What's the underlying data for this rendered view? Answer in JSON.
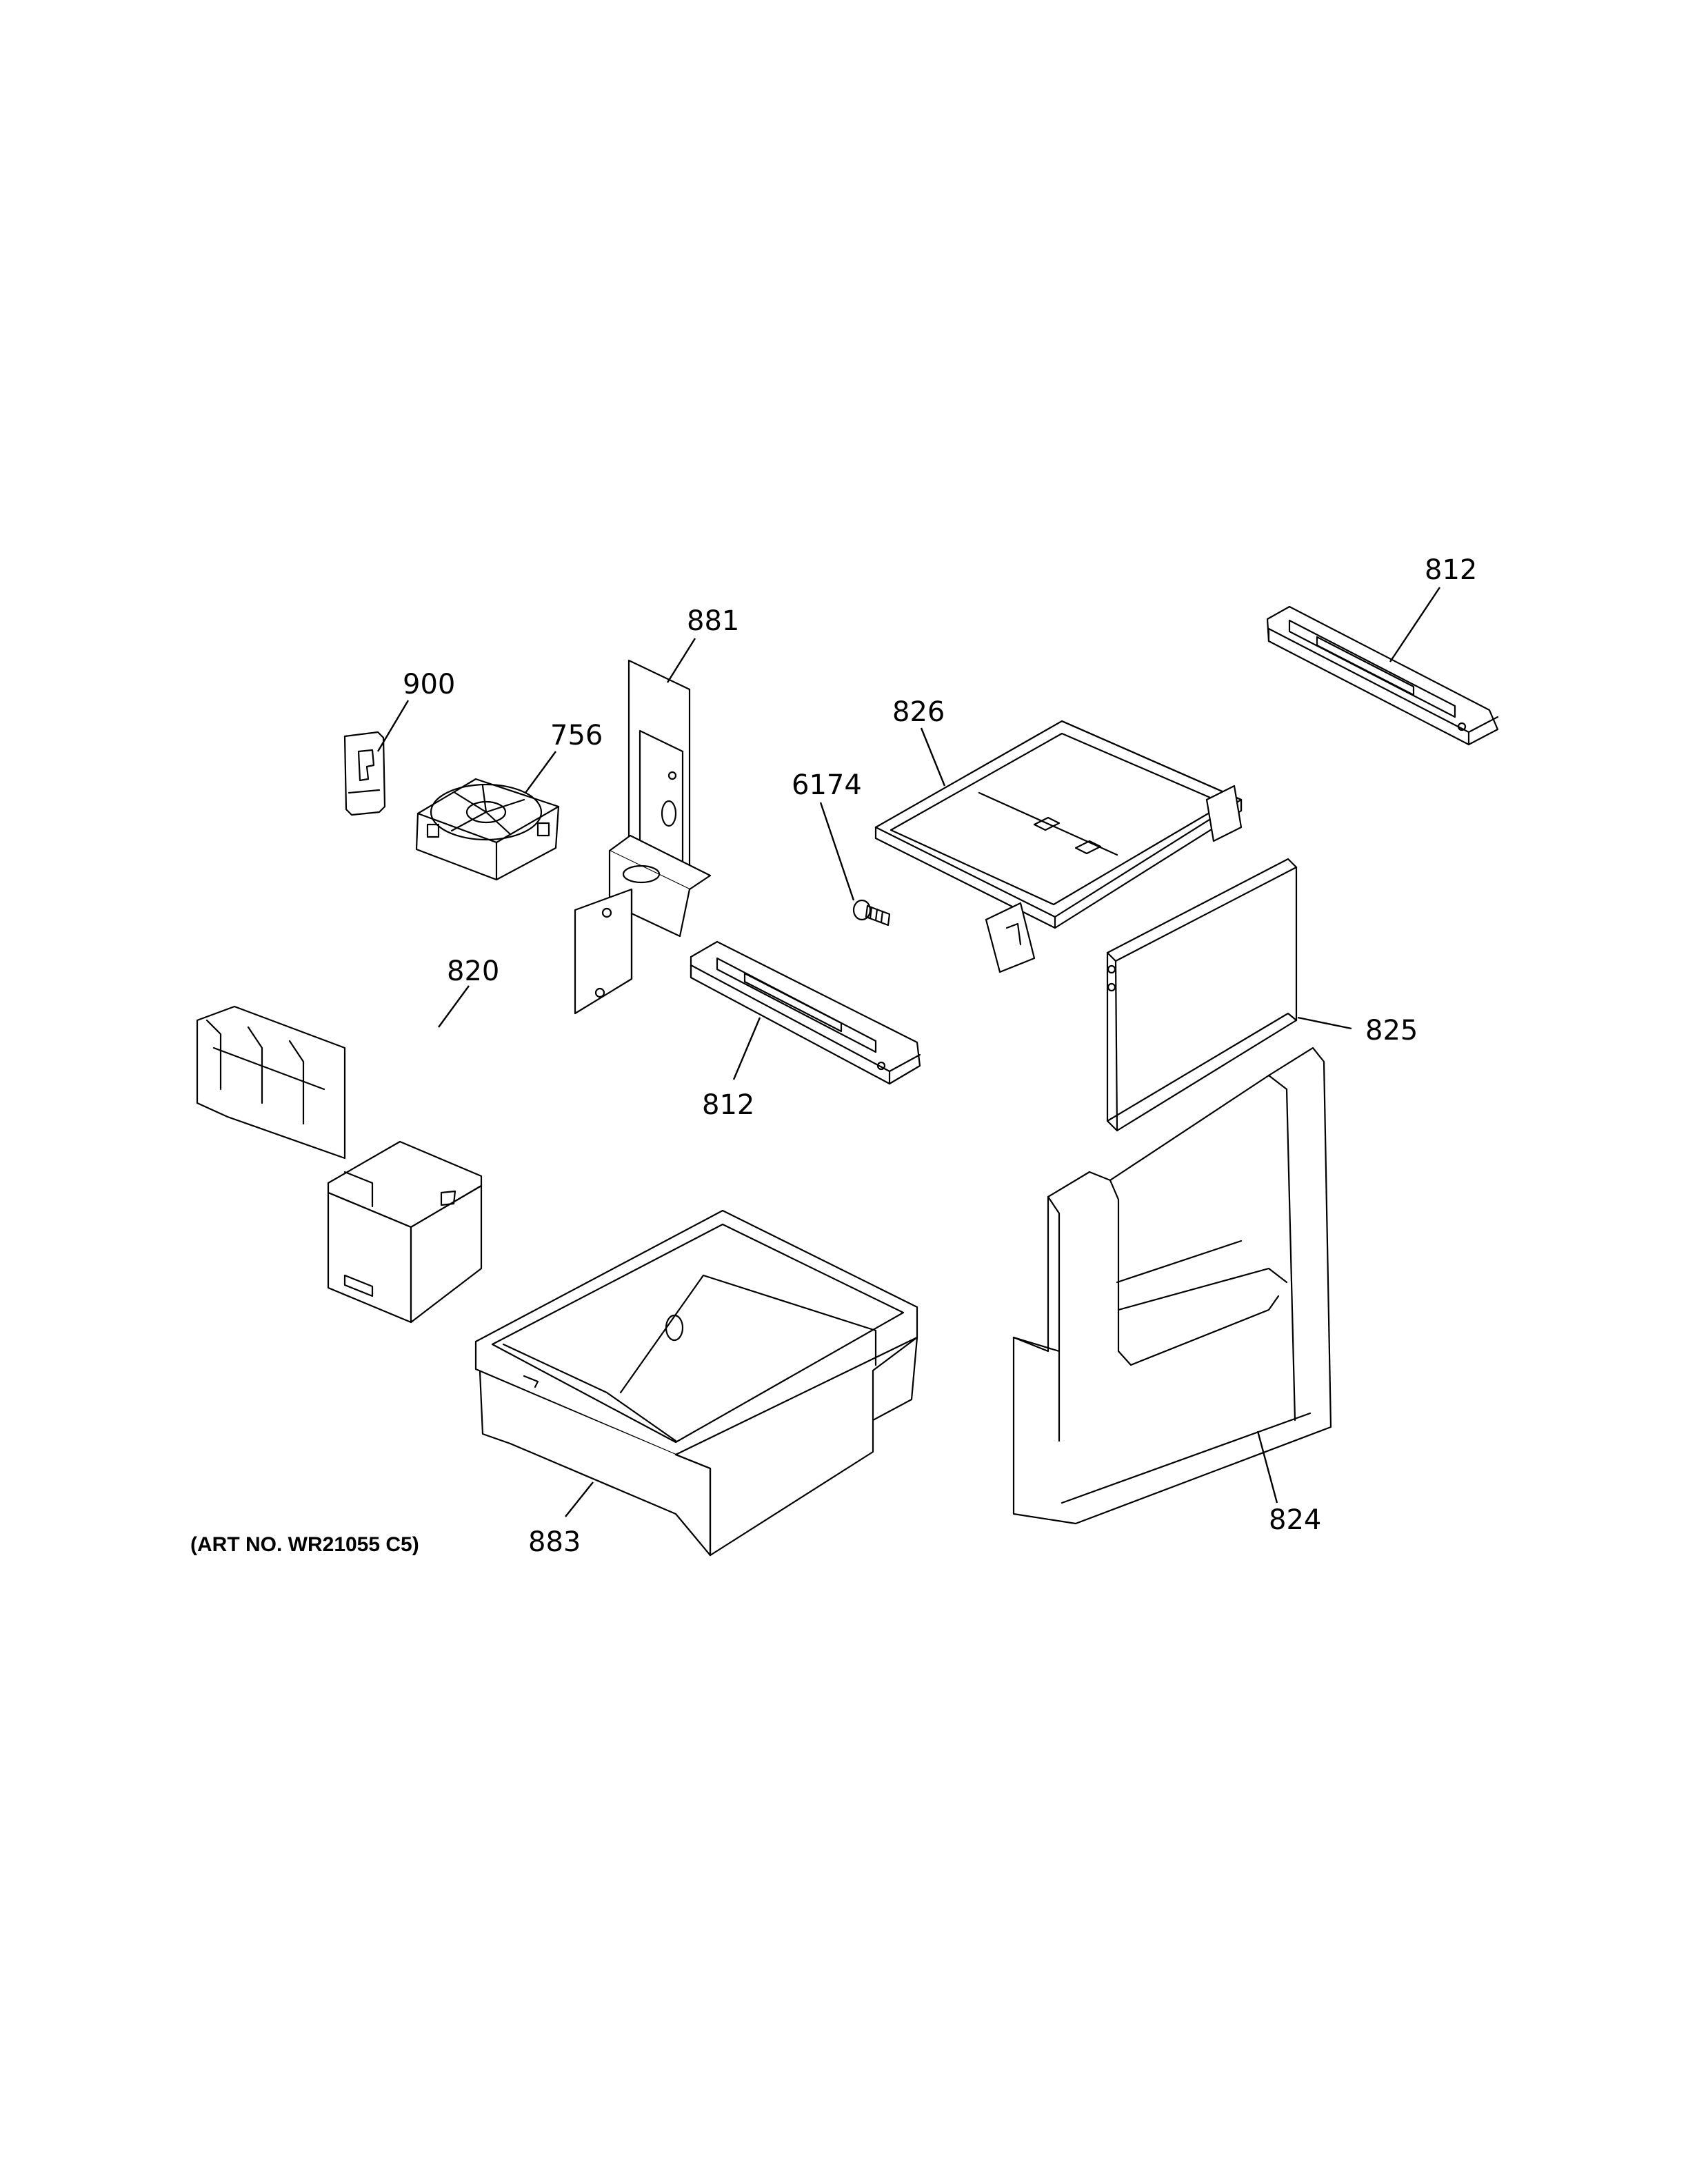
{
  "callouts": {
    "c900": "900",
    "c756": "756",
    "c881": "881",
    "c826": "826",
    "c6174": "6174",
    "c812_top": "812",
    "c812_mid": "812",
    "c820": "820",
    "c825": "825",
    "c883": "883",
    "c824": "824"
  },
  "art_number": "(ART NO. WR21055 C5)"
}
